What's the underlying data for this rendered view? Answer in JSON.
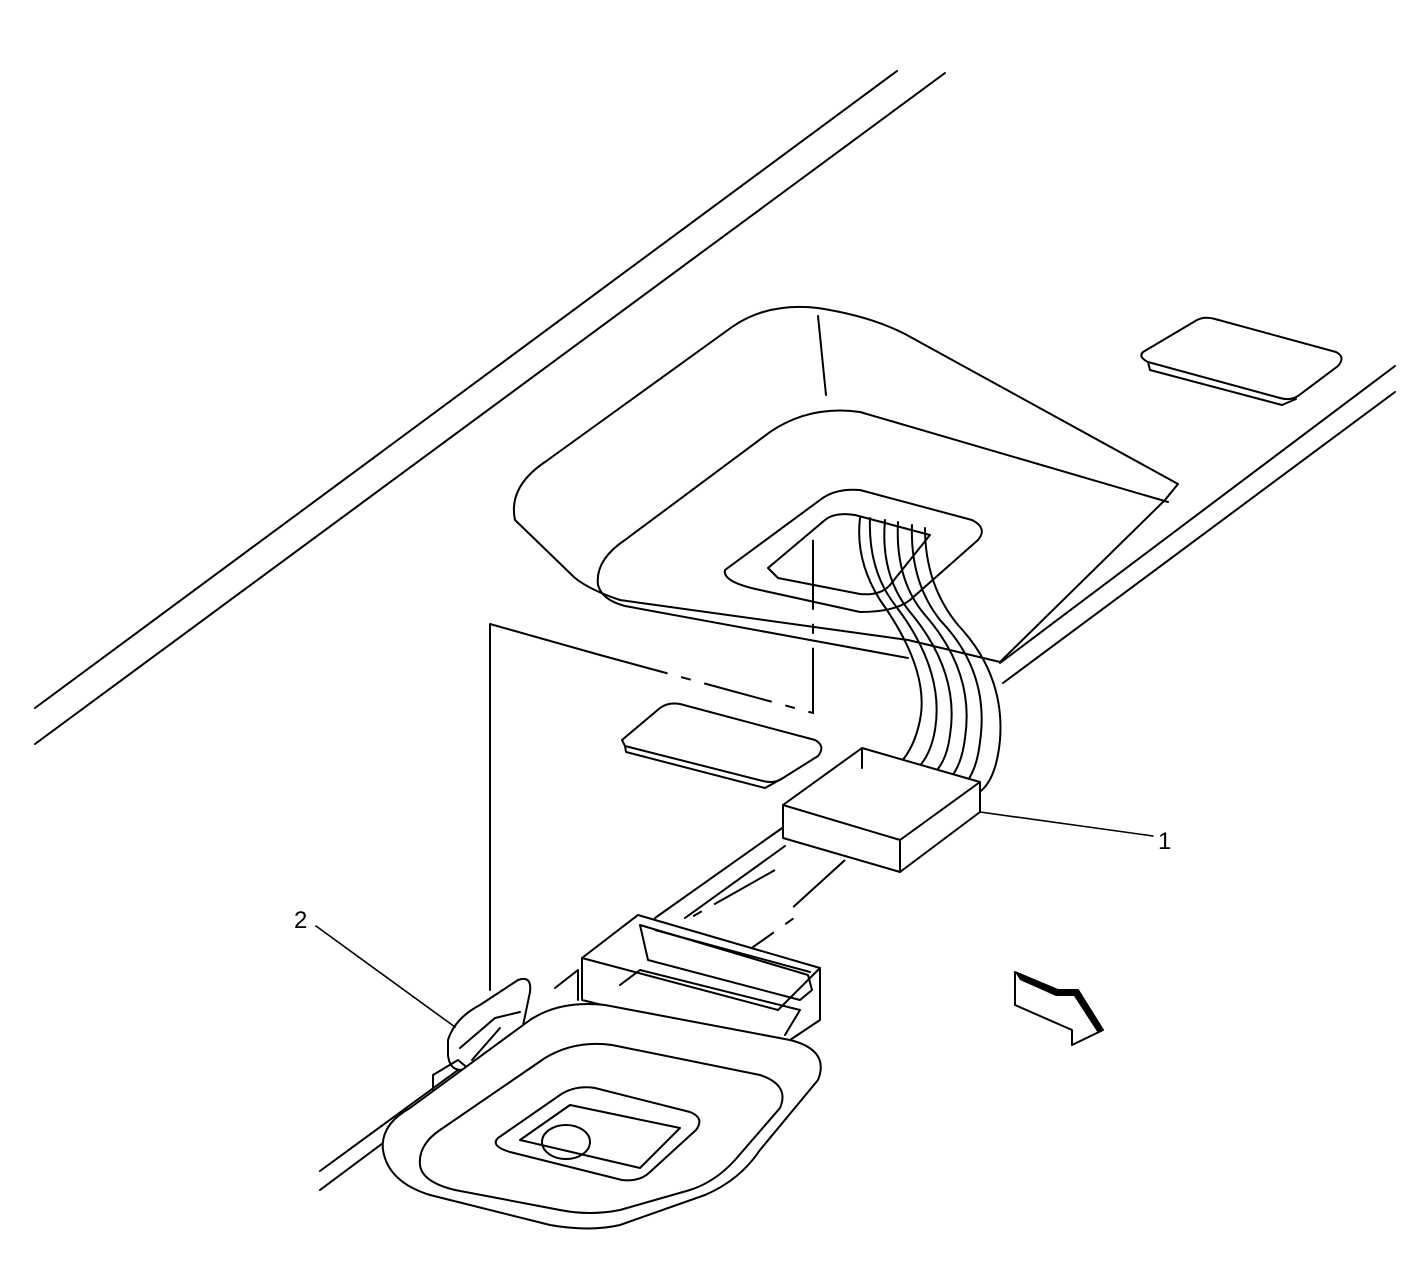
{
  "diagram": {
    "type": "exploded-view-line-drawing",
    "callouts": [
      {
        "id": "callout-1",
        "label": "1"
      },
      {
        "id": "callout-2",
        "label": "2"
      }
    ],
    "direction_arrow": "forward-direction-arrow",
    "colors": {
      "line": "#000000",
      "background": "#ffffff"
    }
  }
}
